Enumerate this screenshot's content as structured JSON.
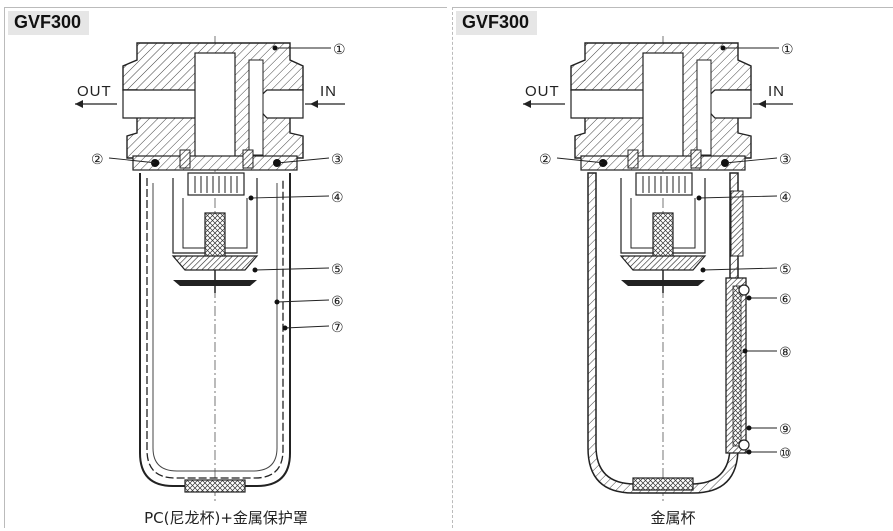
{
  "panels": [
    {
      "model": "GVF300",
      "out_label": "OUT",
      "in_label": "IN",
      "caption": "PC(尼龙杯)+金属保护罩",
      "callouts": [
        "①",
        "②",
        "③",
        "④",
        "⑤",
        "⑥",
        "⑦"
      ]
    },
    {
      "model": "GVF300",
      "out_label": "OUT",
      "in_label": "IN",
      "caption": "金属杯",
      "callouts": [
        "①",
        "②",
        "③",
        "④",
        "⑤",
        "⑥",
        "⑧",
        "⑨",
        "⑩"
      ]
    }
  ]
}
